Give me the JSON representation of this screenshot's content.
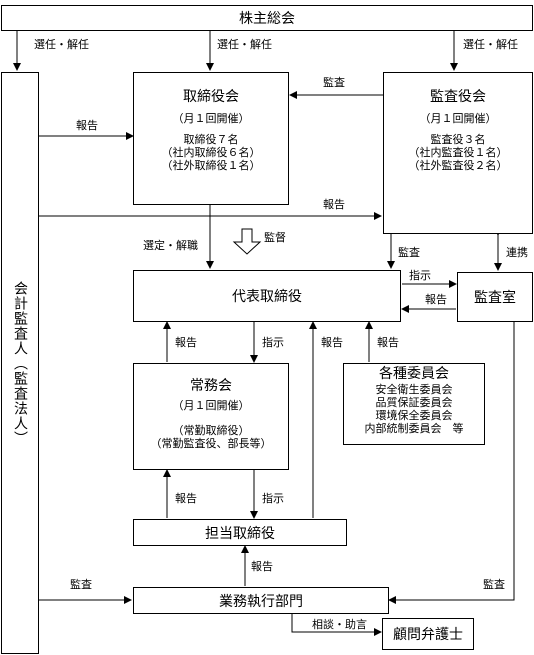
{
  "nodes": {
    "shareholders": "株主総会",
    "board": {
      "title": "取締役会",
      "freq": "（月１回開催）",
      "line1": "取締役７名",
      "line2": "（社内取締役６名）",
      "line3": "（社外取締役１名）"
    },
    "audit_board": {
      "title": "監査役会",
      "freq": "（月１回開催）",
      "line1": "監査役３名",
      "line2": "（社内監査役１名）",
      "line3": "（社外監査役２名）"
    },
    "auditor": "会計監査人（監査法人）",
    "ceo": "代表取締役",
    "audit_office": "監査室",
    "exec_committee": {
      "title": "常務会",
      "freq": "（月１回開催）",
      "line1": "（常勤取締役）",
      "line2": "（常勤監査役、部長等）"
    },
    "committees": {
      "title": "各種委員会",
      "items": [
        "安全衛生委員会",
        "品質保証委員会",
        "環境保全委員会",
        "内部統制委員会　等"
      ]
    },
    "officer": "担当取締役",
    "operations": "業務執行部門",
    "lawyer": "顧問弁護士"
  },
  "labels": {
    "elect1": "選任・解任",
    "elect2": "選任・解任",
    "elect3": "選任・解任",
    "audit_top": "監査",
    "report_board": "報告",
    "report_audit": "報告",
    "appoint": "選定・解職",
    "supervise": "監督",
    "audit_ceo": "監査",
    "cooperate": "連携",
    "instruct_office": "指示",
    "report_office": "報告",
    "report_exec_up": "報告",
    "instruct_exec_down": "指示",
    "report_officer_up": "報告",
    "report_committees_up": "報告",
    "report_exec_from_officer": "報告",
    "instruct_officer": "指示",
    "report_ops": "報告",
    "audit_ops_left": "監査",
    "audit_ops_right": "監査",
    "consult": "相談・助言"
  }
}
